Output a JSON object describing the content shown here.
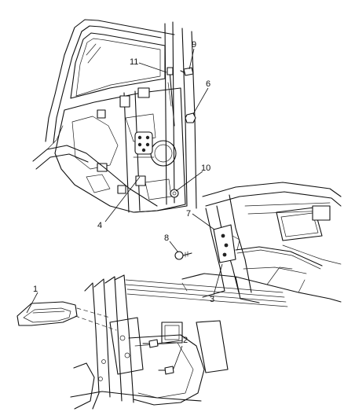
{
  "callouts": {
    "c1": "1",
    "c2": "2",
    "c3": "3",
    "c4": "4",
    "c6": "6",
    "c7": "7",
    "c8": "8",
    "c9": "9",
    "c10": "10",
    "c11": "11"
  }
}
